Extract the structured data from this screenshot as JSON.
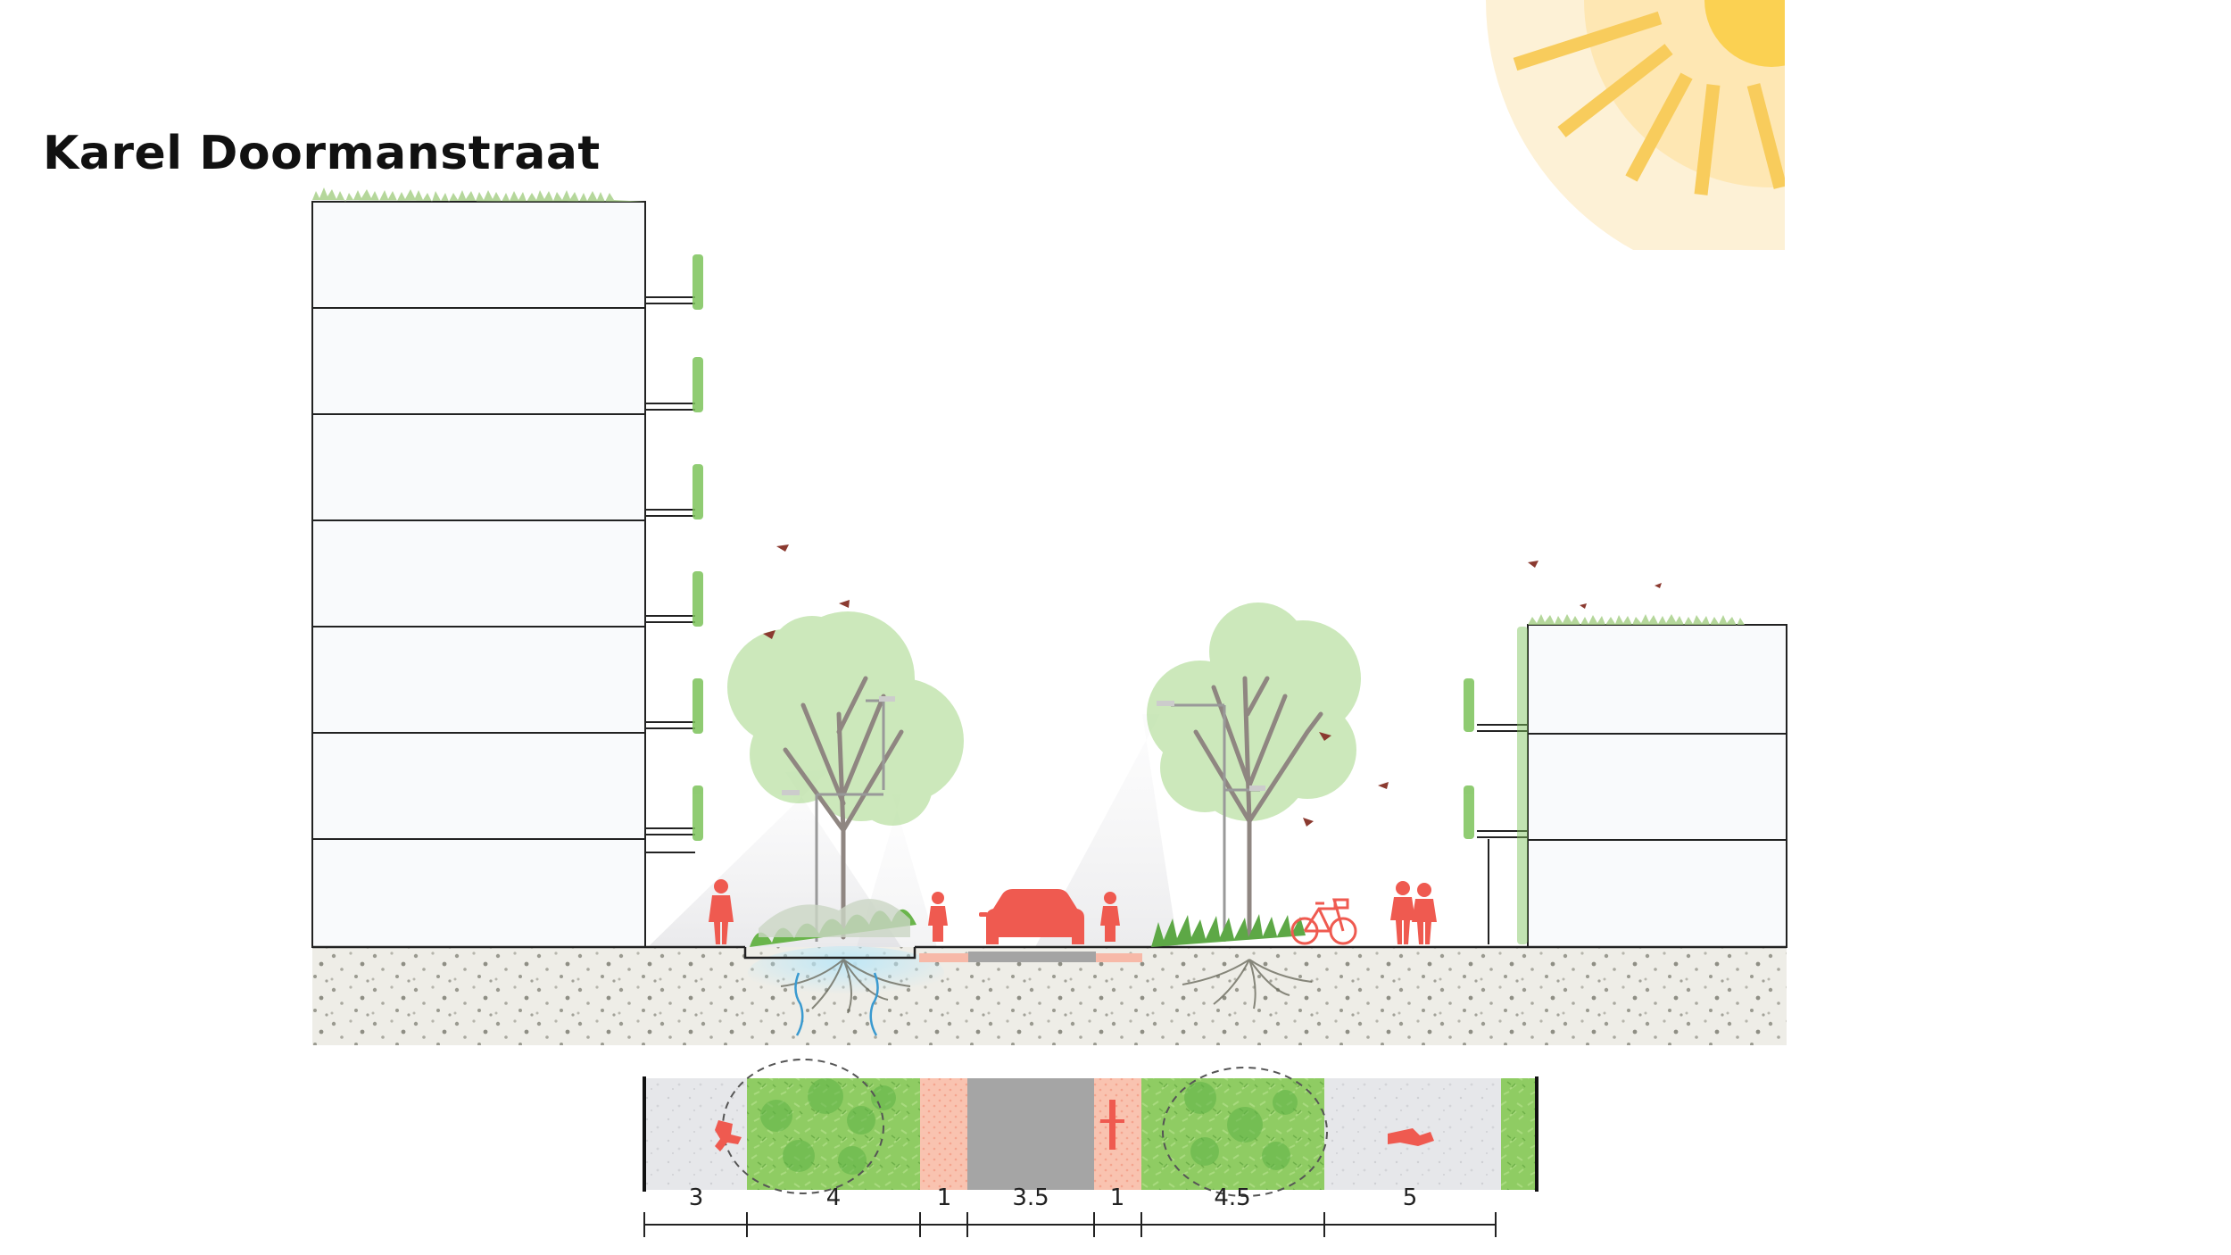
{
  "title": "Karel Doormanstraat",
  "colors": {
    "accent": "#ef5a50",
    "greenery": "#7cc35a",
    "asphalt": "#a4a4a4",
    "bike_lane": "#f7b9a8",
    "soil": "#ecebe5",
    "sun": "#fbd46a"
  },
  "street_profile": {
    "segments": [
      {
        "width": "3",
        "type": "sidewalk"
      },
      {
        "width": "4",
        "type": "green-strip"
      },
      {
        "width": "1",
        "type": "bike-lane"
      },
      {
        "width": "3.5",
        "type": "roadway"
      },
      {
        "width": "1",
        "type": "bike-lane"
      },
      {
        "width": "4.5",
        "type": "green-strip"
      },
      {
        "width": "5",
        "type": "sidewalk"
      }
    ]
  }
}
